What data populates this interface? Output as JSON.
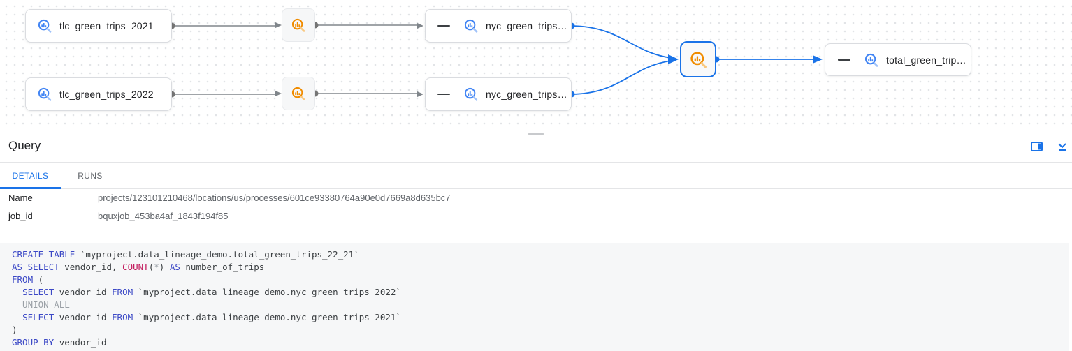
{
  "graph": {
    "nodes": [
      {
        "label": "tlc_green_trips_2021",
        "type": "bigquery-table"
      },
      {
        "label": "tlc_green_trips_2022",
        "type": "bigquery-table"
      },
      {
        "label": "nyc_green_trips…",
        "type": "bigquery-table"
      },
      {
        "label": "nyc_green_trips…",
        "type": "bigquery-table"
      },
      {
        "label": "total_green_trip…",
        "type": "bigquery-table"
      }
    ],
    "process_nodes": 3,
    "icons": {
      "table_icon": "bigquery-table-icon",
      "process_icon": "bigquery-job-icon",
      "collapse_icon": "minus-icon"
    },
    "colors": {
      "table_icon": "#4285F4",
      "table_icon_handle": "#9EC1F9",
      "process_icon": "#F08C00",
      "process_icon_handle": "#F8C880",
      "edge_gray": "#80868B",
      "edge_blue": "#1A73E8",
      "selected_border": "#1A73E8"
    }
  },
  "panel": {
    "title": "Query",
    "icons": {
      "dock": "open-in-side-panel-icon",
      "collapse": "collapse-panel-icon"
    },
    "tabs": {
      "details": "DETAILS",
      "runs": "RUNS",
      "active": "DETAILS"
    },
    "details_rows": [
      {
        "label": "Name",
        "value": "projects/123101210468/locations/us/processes/601ce93380764a90e0d7669a8d635bc7"
      },
      {
        "label": "job_id",
        "value": "bquxjob_453ba4af_1843f194f85"
      }
    ],
    "accent": "#1A73E8"
  },
  "code": {
    "language": "sql",
    "text": "CREATE TABLE `myproject.data_lineage_demo.total_green_trips_22_21`\nAS SELECT vendor_id, COUNT(*) AS number_of_trips\nFROM (\n  SELECT vendor_id FROM `myproject.data_lineage_demo.nyc_green_trips_2022`\n  UNION ALL\n  SELECT vendor_id FROM `myproject.data_lineage_demo.nyc_green_trips_2021`\n)\nGROUP BY vendor_id",
    "token_colors": {
      "kw": "#3C49C6",
      "fn": "#C2185B",
      "id": "#3C4043",
      "gr": "#9AA0A6"
    },
    "lines": [
      [
        [
          "kw",
          "CREATE TABLE"
        ],
        [
          "id",
          " `myproject.data_lineage_demo.total_green_trips_22_21`"
        ]
      ],
      [
        [
          "kw",
          "AS SELECT"
        ],
        [
          "id",
          " vendor_id, "
        ],
        [
          "fn",
          "COUNT"
        ],
        [
          "id",
          "("
        ],
        [
          "gr",
          "*"
        ],
        [
          "id",
          ") "
        ],
        [
          "kw",
          "AS"
        ],
        [
          "id",
          " number_of_trips"
        ]
      ],
      [
        [
          "kw",
          "FROM"
        ],
        [
          "id",
          " ("
        ]
      ],
      [
        [
          "id",
          "  "
        ],
        [
          "kw",
          "SELECT"
        ],
        [
          "id",
          " vendor_id "
        ],
        [
          "kw",
          "FROM"
        ],
        [
          "id",
          " `myproject.data_lineage_demo.nyc_green_trips_2022`"
        ]
      ],
      [
        [
          "gr",
          "  UNION ALL"
        ]
      ],
      [
        [
          "id",
          "  "
        ],
        [
          "kw",
          "SELECT"
        ],
        [
          "id",
          " vendor_id "
        ],
        [
          "kw",
          "FROM"
        ],
        [
          "id",
          " `myproject.data_lineage_demo.nyc_green_trips_2021`"
        ]
      ],
      [
        [
          "id",
          ")"
        ]
      ],
      [
        [
          "kw",
          "GROUP BY"
        ],
        [
          "id",
          " vendor_id"
        ]
      ]
    ]
  }
}
